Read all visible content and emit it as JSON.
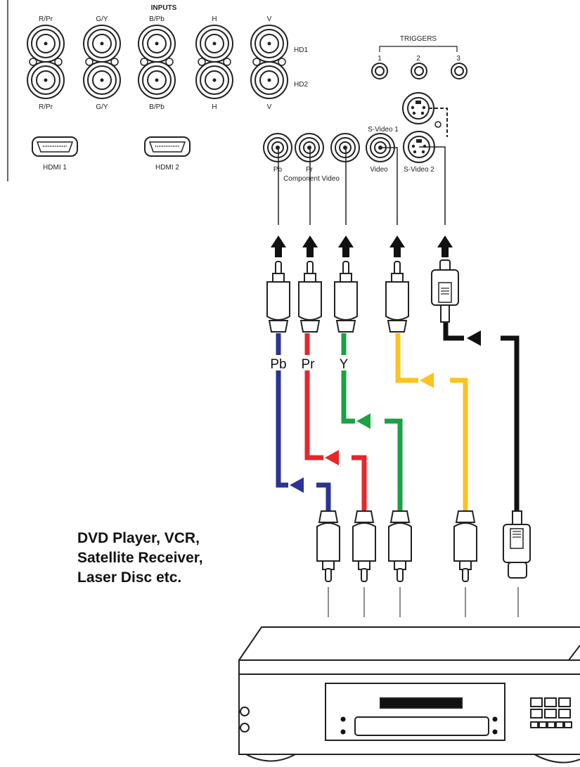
{
  "inputs_title": "INPUTS",
  "bnc_top_labels": [
    "R/Pr",
    "G/Y",
    "B/Pb",
    "H",
    "V"
  ],
  "bnc_bottom_labels": [
    "R/Pr",
    "G/Y",
    "B/Pb",
    "H",
    "V"
  ],
  "hd1_label": "HD1",
  "hd2_label": "HD2",
  "hdmi1_label": "HDMI 1",
  "hdmi2_label": "HDMI 2",
  "triggers_title": "TRIGGERS",
  "trigger_labels": [
    "1",
    "2",
    "3"
  ],
  "svideo1_label": "S-Video 1",
  "svideo2_label": "S-Video 2",
  "rca_pb_label": "Pb",
  "rca_pr_label": "Pr",
  "component_video_label": "Component Video",
  "video_label": "Video",
  "wire_labels": {
    "pb": "Pb",
    "pr": "Pr",
    "y": "Y"
  },
  "colors": {
    "pb": "#2b3394",
    "pr": "#e8262b",
    "y": "#1aa245",
    "video": "#fcc31d",
    "svideo": "#111111"
  },
  "device_caption": [
    "DVD Player, VCR,",
    "Satellite Receiver,",
    "Laser Disc etc."
  ]
}
